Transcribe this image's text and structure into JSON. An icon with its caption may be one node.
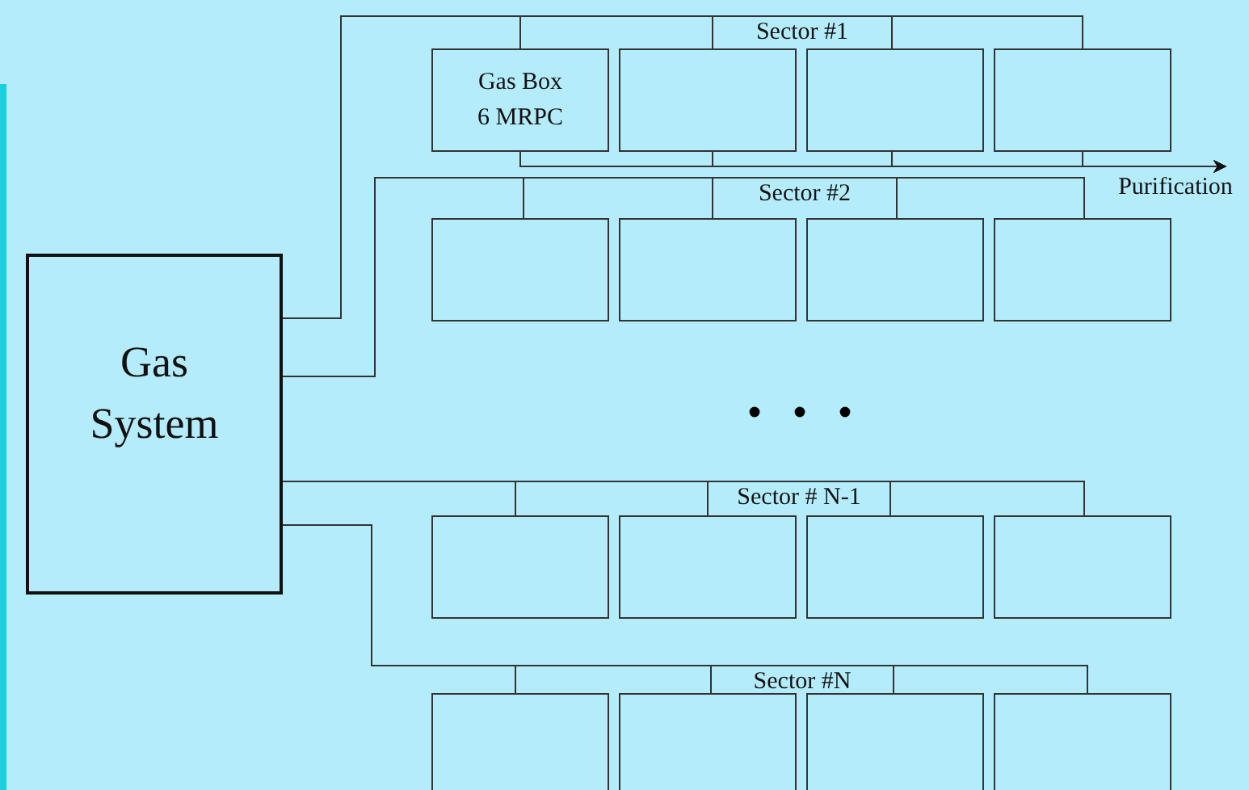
{
  "diagram": {
    "nodes": [
      {
        "text": [
          "Gas System"
        ]
      },
      {
        "text": [
          "Gas Box 6 MRPC"
        ]
      },
      {
        "text": [],
        "shape": "box"
      },
      {
        "text": [],
        "shape": "box"
      },
      {
        "text": [],
        "shape": "box"
      },
      {
        "text": [
          "Purification"
        ]
      },
      {
        "text": [],
        "shape": "box"
      },
      {
        "text": [],
        "shape": "box"
      },
      {
        "text": [],
        "shape": "box"
      },
      {
        "text": [],
        "shape": "box"
      },
      {
        "text": [],
        "shape": "box"
      },
      {
        "text": [],
        "shape": "box"
      },
      {
        "text": [],
        "shape": "box"
      },
      {
        "text": [],
        "shape": "box"
      },
      {
        "text": [],
        "shape": "box"
      },
      {
        "text": [],
        "shape": "box"
      },
      {
        "text": [],
        "shape": "box"
      },
      {
        "text": [],
        "shape": "box"
      }
    ],
    "edges": [
      {
        "from": 0,
        "to": 1,
        "arrow": "none"
      },
      {
        "from": 0,
        "to": 2,
        "arrow": "none"
      },
      {
        "from": 0,
        "to": 3,
        "arrow": "none"
      },
      {
        "from": 0,
        "to": 4,
        "arrow": "none"
      },
      {
        "from": 0,
        "to": 6,
        "arrow": "none"
      },
      {
        "from": 0,
        "to": 7,
        "arrow": "none"
      },
      {
        "from": 0,
        "to": 8,
        "arrow": "none"
      },
      {
        "from": 0,
        "to": 9,
        "arrow": "none"
      },
      {
        "from": 0,
        "to": 10,
        "arrow": "none"
      },
      {
        "from": 0,
        "to": 11,
        "arrow": "none"
      },
      {
        "from": 0,
        "to": 12,
        "arrow": "none"
      },
      {
        "from": 0,
        "to": 13,
        "arrow": "none"
      },
      {
        "from": 0,
        "to": 14,
        "arrow": "none"
      },
      {
        "from": 0,
        "to": 15,
        "arrow": "none"
      },
      {
        "from": 0,
        "to": 16,
        "arrow": "none"
      },
      {
        "from": 0,
        "to": 17,
        "arrow": "none"
      },
      {
        "from": 1,
        "to": 5,
        "arrow": "to"
      },
      {
        "from": 2,
        "to": 5,
        "arrow": "to"
      },
      {
        "from": 3,
        "to": 5,
        "arrow": "to"
      },
      {
        "from": 4,
        "to": 5,
        "arrow": "to"
      }
    ],
    "labels": [
      "Sector #1",
      "Sector #2",
      "Sector # N-1",
      "Sector #N"
    ]
  }
}
